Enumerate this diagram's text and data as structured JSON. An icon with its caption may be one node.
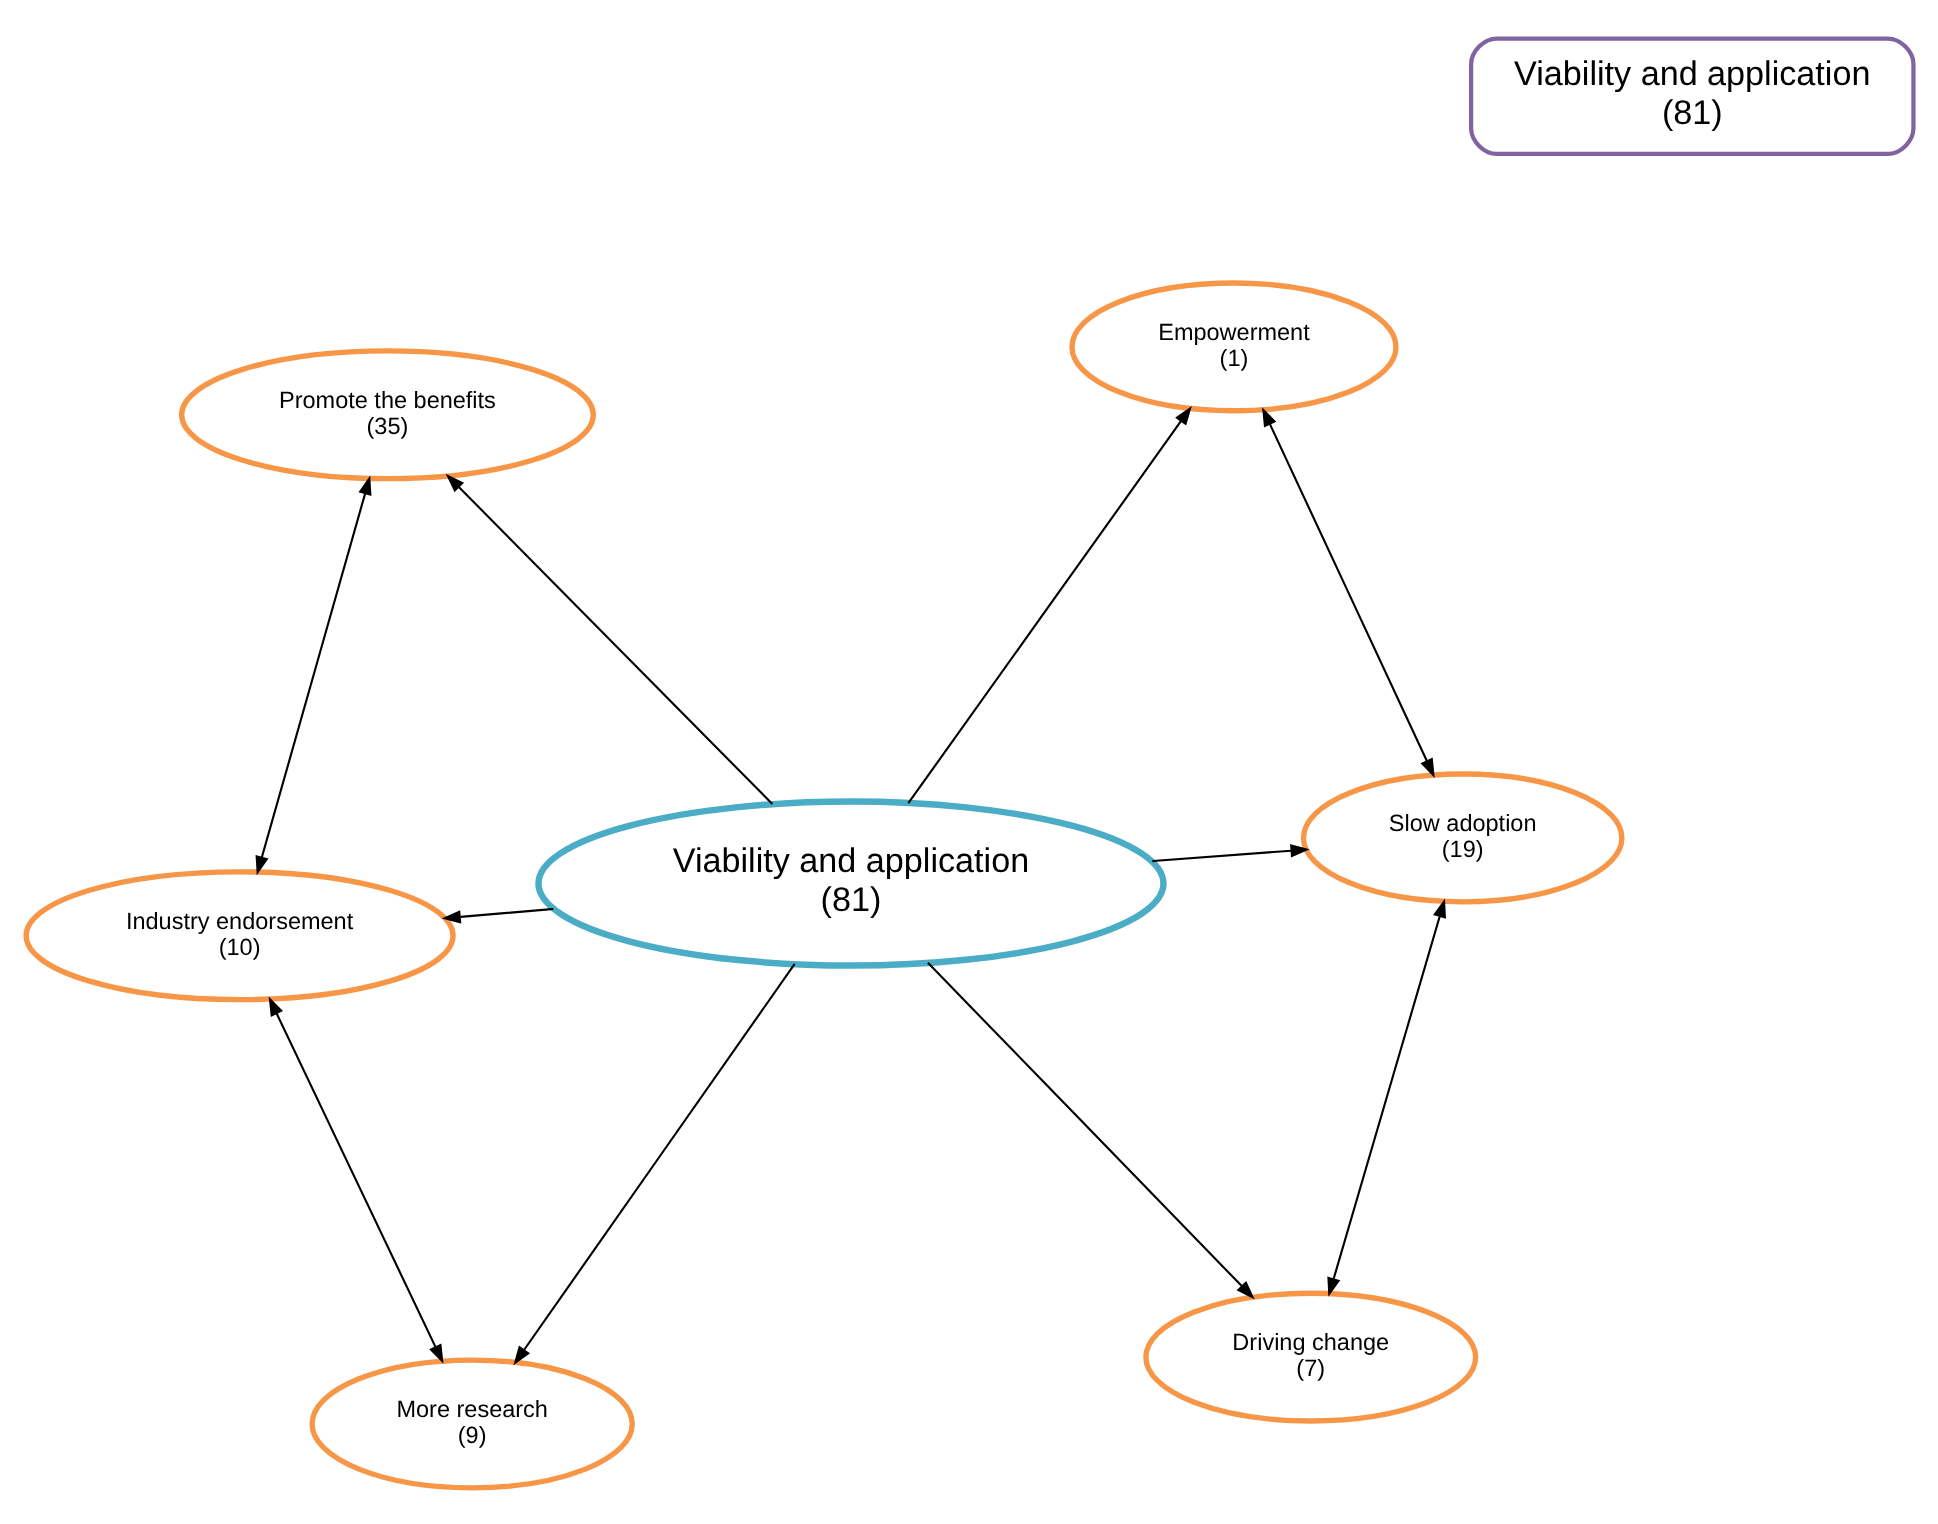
{
  "diagram": {
    "nodes": [
      {
        "text": [
          "Slow adoption",
          "(19)"
        ]
      },
      {
        "text": [
          "Empowerment",
          "(1)"
        ]
      },
      {
        "text": [
          "Driving change",
          "(7)"
        ]
      },
      {
        "text": [
          "Viability and application",
          "(81)"
        ]
      },
      {
        "text": [
          "More research",
          "(9)"
        ]
      },
      {
        "text": [
          "Promote the benefits",
          "(35)"
        ]
      },
      {
        "text": [
          "Industry endorsement",
          "(10)"
        ]
      },
      {
        "text": [
          "Viability and application",
          "(81)"
        ]
      }
    ],
    "edges": [
      {
        "from": 1,
        "to": 0,
        "arrow": "both"
      },
      {
        "from": 0,
        "to": 2,
        "arrow": "both"
      },
      {
        "from": 3,
        "to": 0,
        "arrow": "to"
      },
      {
        "from": 3,
        "to": 1,
        "arrow": "to"
      },
      {
        "from": 3,
        "to": 2,
        "arrow": "to"
      },
      {
        "from": 3,
        "to": 4,
        "arrow": "to"
      },
      {
        "from": 3,
        "to": 5,
        "arrow": "to"
      },
      {
        "from": 3,
        "to": 6,
        "arrow": "to"
      },
      {
        "from": 6,
        "to": 4,
        "arrow": "both"
      },
      {
        "from": 5,
        "to": 6,
        "arrow": "both"
      }
    ]
  }
}
